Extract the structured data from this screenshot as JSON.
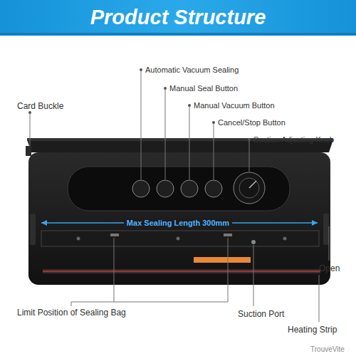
{
  "diagram": {
    "title": "Product Structure",
    "labels": [
      "Card Buckle",
      "Automatic Vacuum Sealing",
      "Manual Seal Button",
      "Manual Vacuum Button",
      "Cancel/Stop Button",
      "Suction Adjusting Knob",
      "Max Sealing Length 300mm",
      "Open",
      "Limit Position of Sealing Bag",
      "Suction Port",
      "Heating Strip",
      "TrouveVite"
    ]
  }
}
